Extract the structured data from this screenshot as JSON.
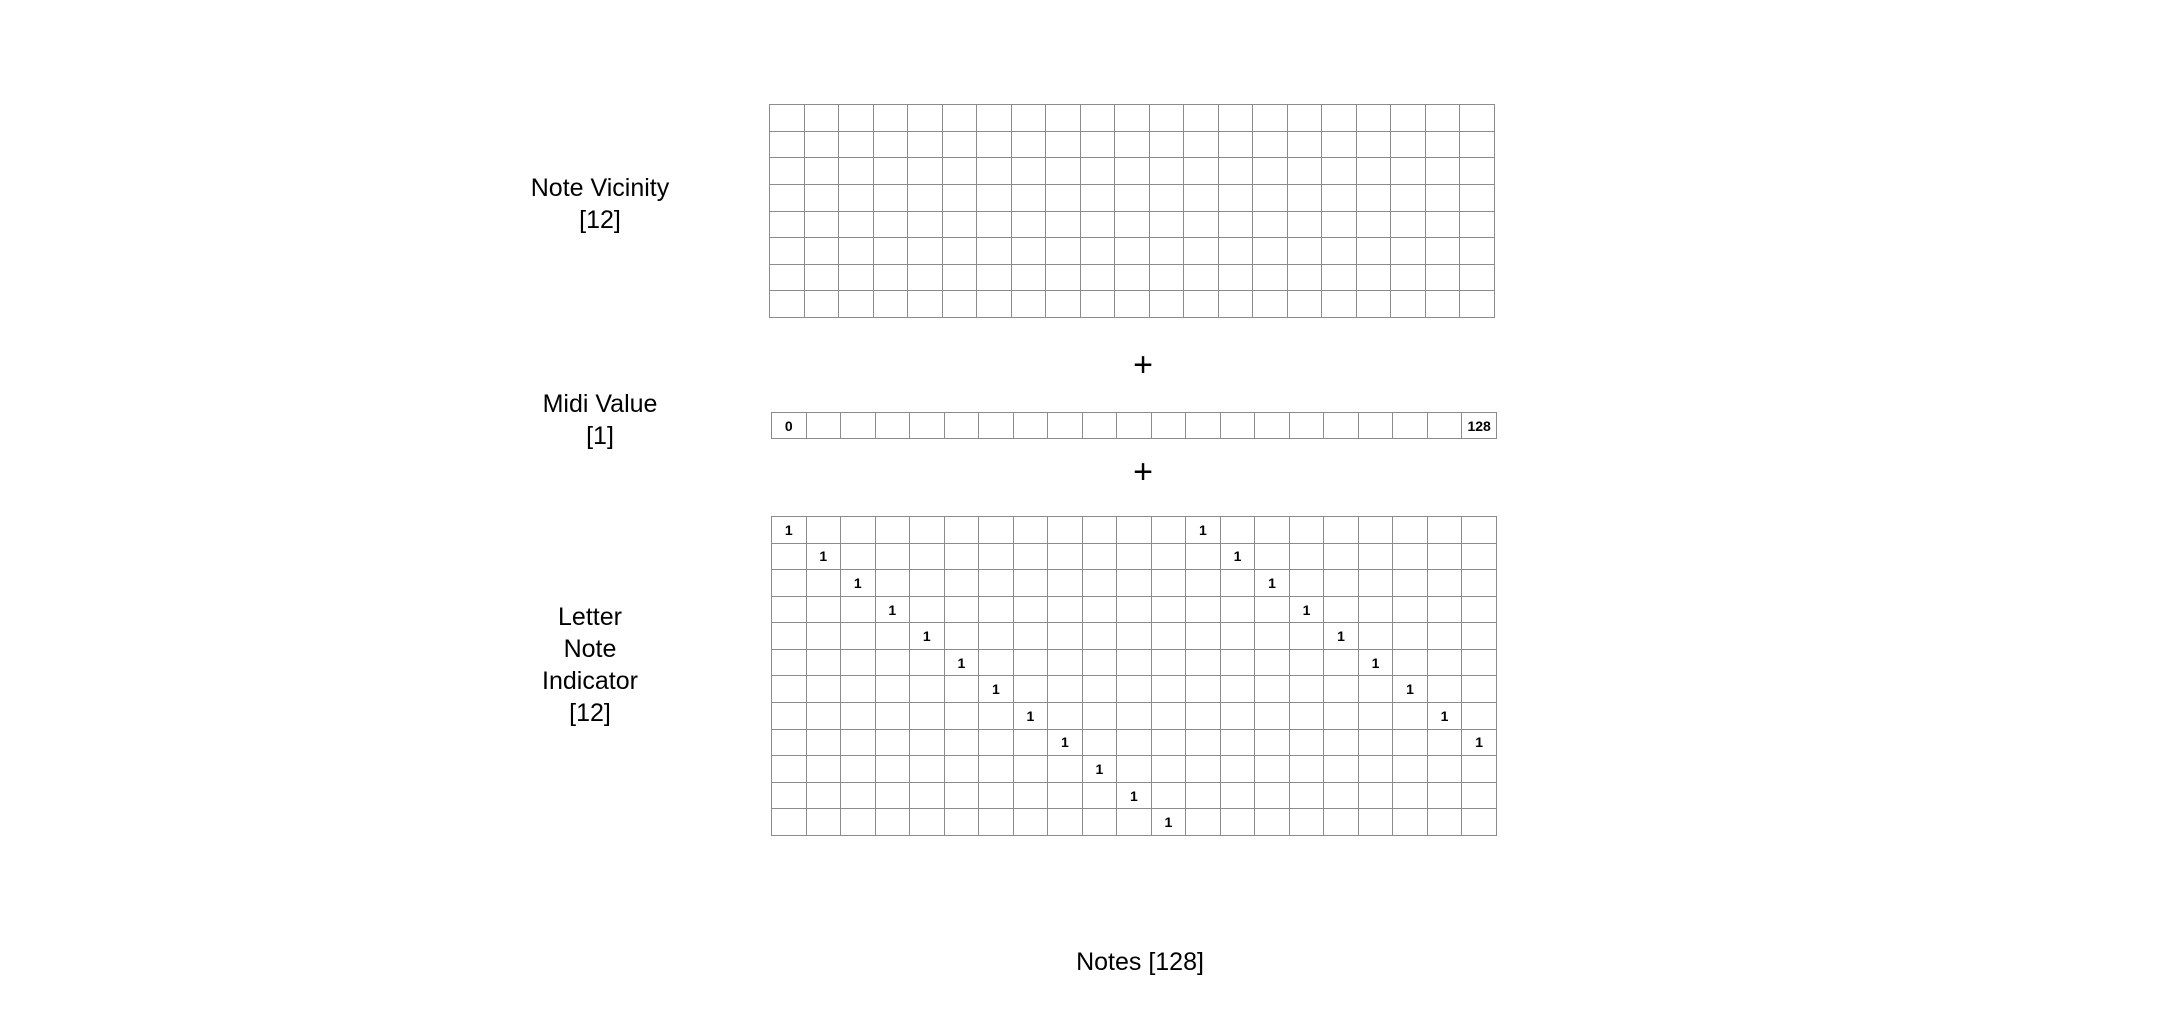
{
  "labels": {
    "note_vicinity": [
      "Note Vicinity",
      "[12]"
    ],
    "midi_value": [
      "Midi Value",
      "[1]"
    ],
    "letter_note_indicator": [
      "Letter",
      "Note",
      "Indicator",
      "[12]"
    ],
    "notes": "Notes [128]"
  },
  "operators": {
    "plus_1": "+",
    "plus_2": "+"
  },
  "grids": {
    "note_vicinity": {
      "rows": 8,
      "cols": 21
    },
    "midi_value": {
      "cols": 21,
      "cells": {
        "0": "0",
        "20": "128"
      }
    },
    "letter_note_indicator": {
      "rows": 12,
      "cols": 21,
      "marker": "1",
      "ones": [
        [
          0,
          0
        ],
        [
          0,
          12
        ],
        [
          1,
          1
        ],
        [
          1,
          13
        ],
        [
          2,
          2
        ],
        [
          2,
          14
        ],
        [
          3,
          3
        ],
        [
          3,
          15
        ],
        [
          4,
          4
        ],
        [
          4,
          16
        ],
        [
          5,
          5
        ],
        [
          5,
          17
        ],
        [
          6,
          6
        ],
        [
          6,
          18
        ],
        [
          7,
          7
        ],
        [
          7,
          19
        ],
        [
          8,
          8
        ],
        [
          8,
          20
        ],
        [
          9,
          9
        ],
        [
          10,
          10
        ],
        [
          11,
          11
        ]
      ]
    }
  }
}
